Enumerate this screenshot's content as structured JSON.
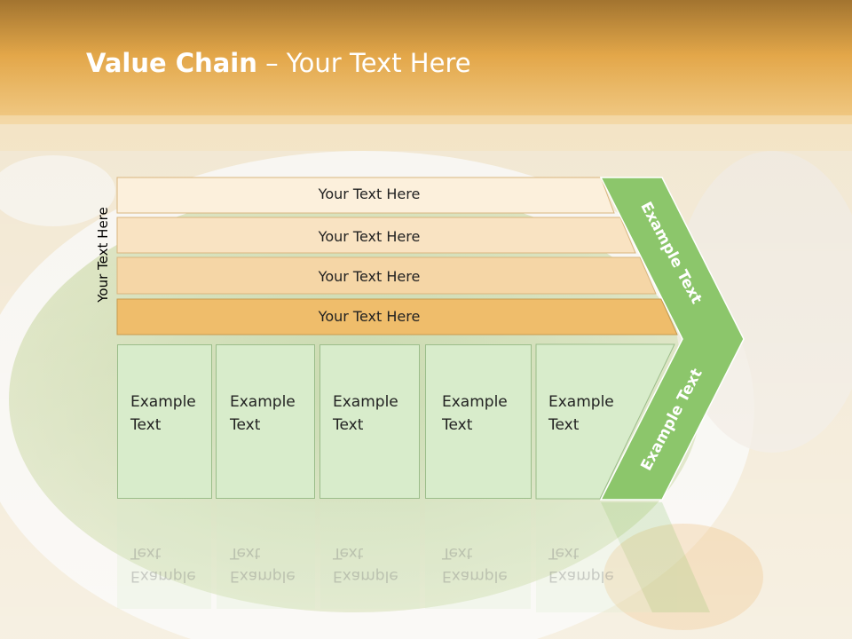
{
  "title": {
    "bold": "Value Chain",
    "rest": " – Your Text Here"
  },
  "side_label": "Your Text Here",
  "rows": [
    {
      "label": "Your Text Here",
      "color": "#fcf0dc"
    },
    {
      "label": "Your Text Here",
      "color": "#f9e3c2"
    },
    {
      "label": "Your Text Here",
      "color": "#f5d6a6"
    },
    {
      "label": "Your Text Here",
      "color": "#efbd6b"
    }
  ],
  "columns": [
    {
      "line1": "Example",
      "line2": "Text"
    },
    {
      "line1": "Example",
      "line2": "Text"
    },
    {
      "line1": "Example",
      "line2": "Text"
    },
    {
      "line1": "Example",
      "line2": "Text"
    },
    {
      "line1": "Example",
      "line2": "Text"
    }
  ],
  "chevron": {
    "top_text": "Example Text",
    "bottom_text": "Example Text",
    "color": "#8cc66b"
  },
  "colors": {
    "header": "#e3a843",
    "column_fill": "#d8eccb"
  }
}
